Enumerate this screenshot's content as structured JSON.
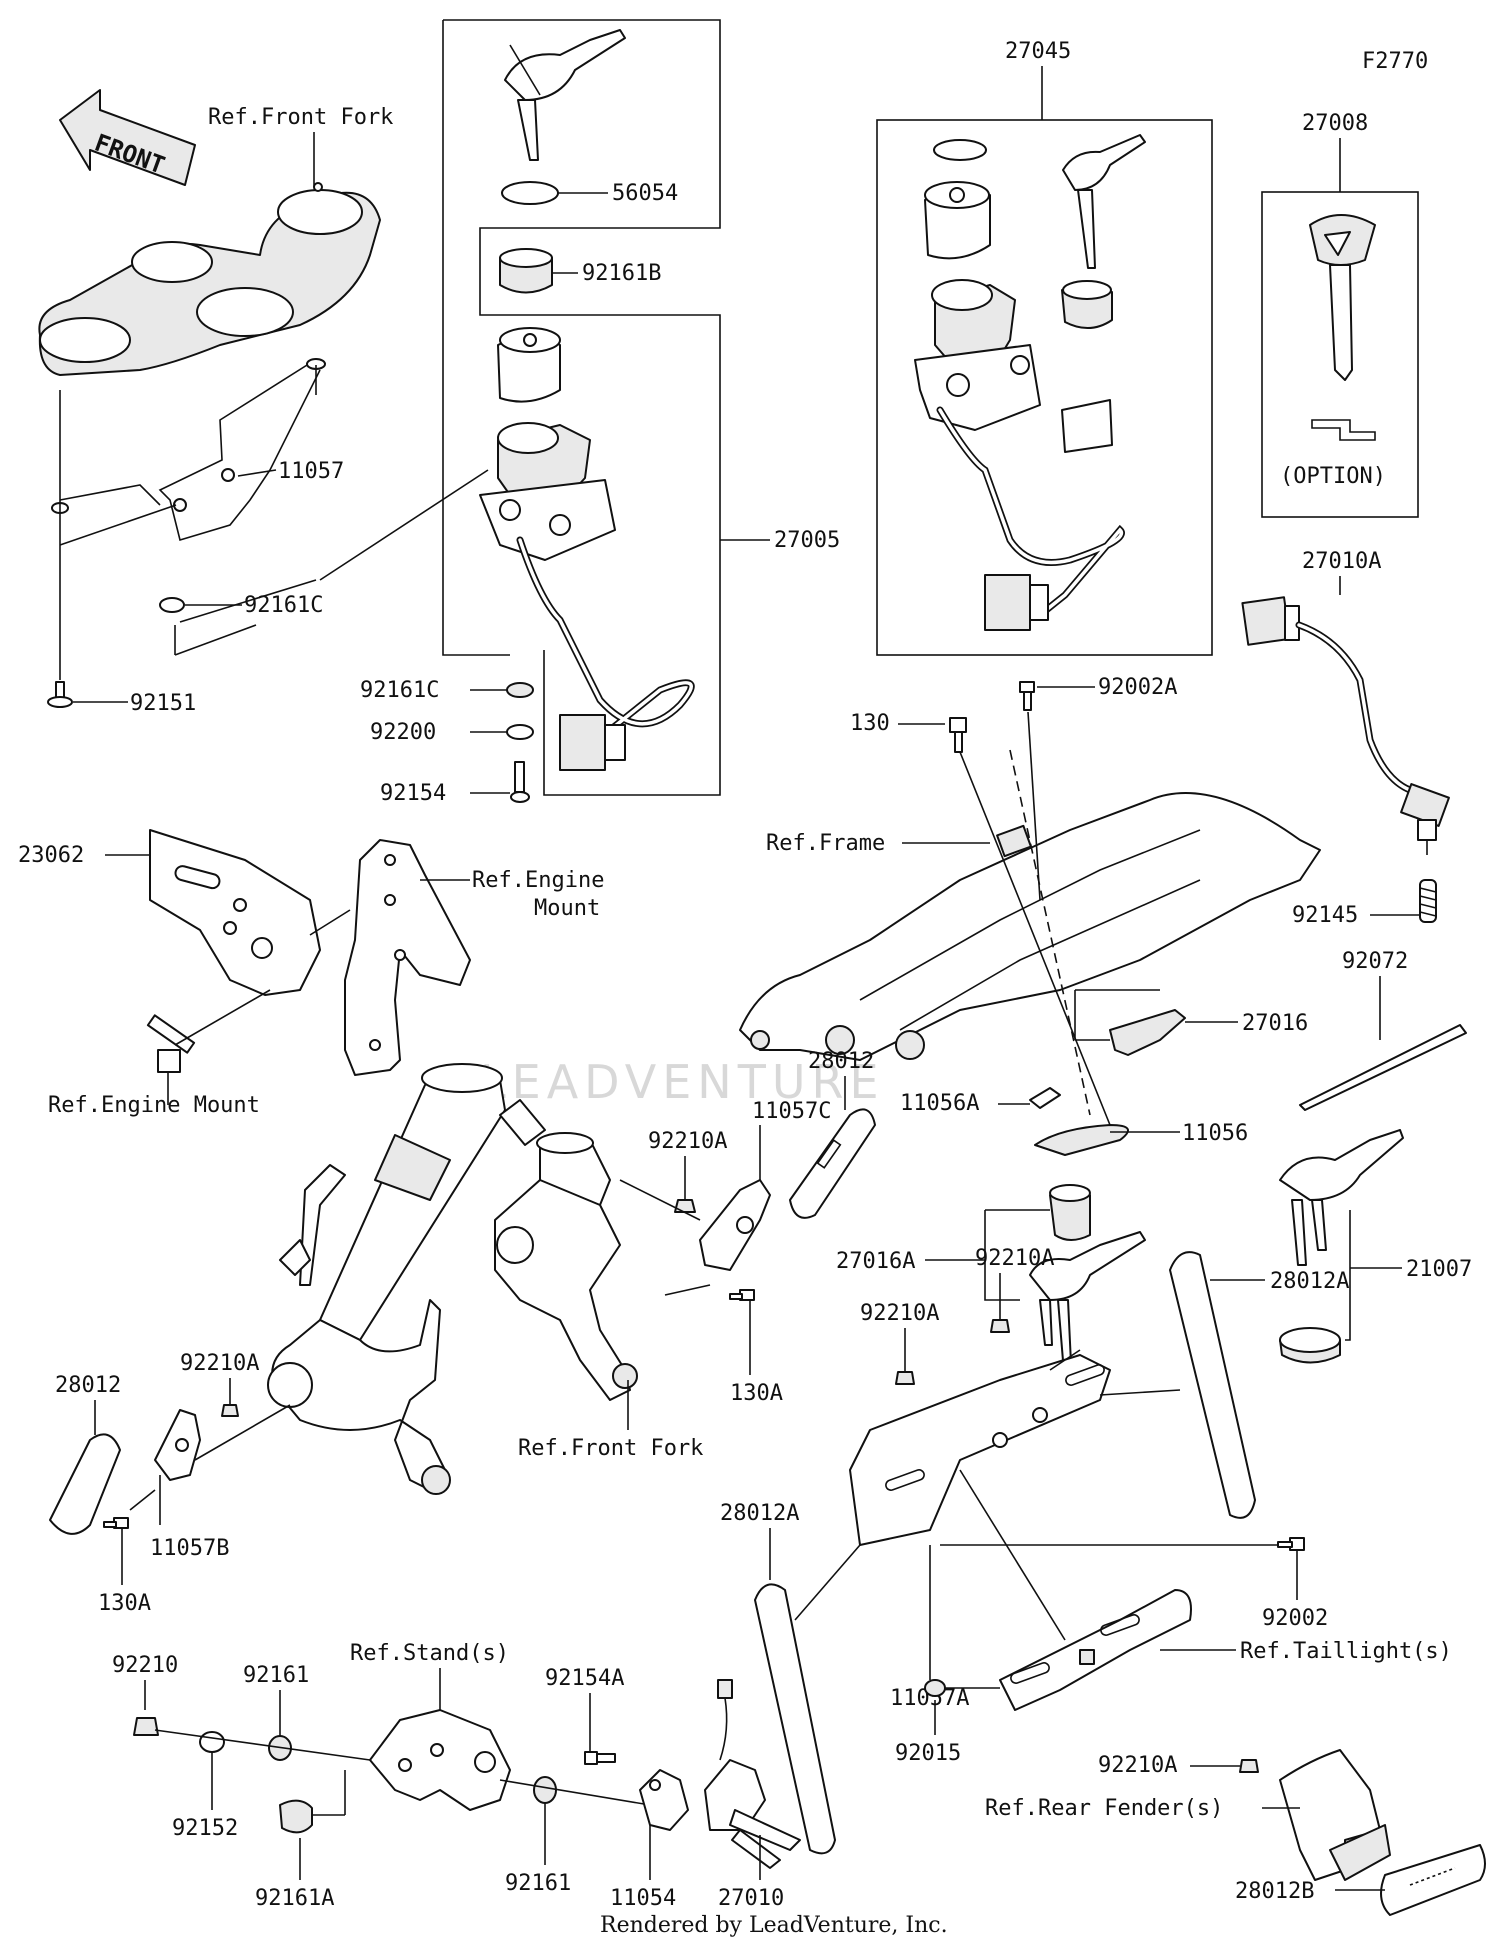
{
  "diagram": {
    "figure_code": "F2770",
    "footer": "Rendered by LeadVenture, Inc.",
    "watermark": "LEADVENTURE",
    "front_arrow": "FRONT",
    "option_label": "(OPTION)"
  },
  "labels": {
    "ref_front_fork_top": "Ref.Front Fork",
    "p56054": "56054",
    "p92161B": "92161B",
    "p11057": "11057",
    "p92161C_a": "92161C",
    "p27005": "27005",
    "p92151": "92151",
    "p92161C_b": "92161C",
    "p92200": "92200",
    "p92154": "92154",
    "p27045": "27045",
    "p27008": "27008",
    "p27010A": "27010A",
    "p130": "130",
    "p92002A": "92002A",
    "ref_frame": "Ref.Frame",
    "p92145": "92145",
    "p92072": "92072",
    "p23062": "23062",
    "ref_engine_mount_1": "Ref.Engine",
    "ref_engine_mount_2": "Mount",
    "ref_engine_mount_bottom": "Ref.Engine Mount",
    "p27016": "27016",
    "p28012_top": "28012",
    "p11057C": "11057C",
    "p92210A_a": "92210A",
    "p11056A": "11056A",
    "p11056": "11056",
    "p27016A": "27016A",
    "p21007": "21007",
    "p130A_a": "130A",
    "p92210A_b": "92210A",
    "p28012_left": "28012",
    "p11057B": "11057B",
    "p130A_b": "130A",
    "ref_front_fork_bottom": "Ref.Front Fork",
    "p92210A_c": "92210A",
    "p28012A_right": "28012A",
    "p92210A_d": "92210A",
    "p28012A_left": "28012A",
    "p92002": "92002",
    "ref_taillight": "Ref.Taillight(s)",
    "p11057A": "11057A",
    "ref_stand": "Ref.Stand(s)",
    "p92210": "92210",
    "p92161_a": "92161",
    "p92154A": "92154A",
    "p92152": "92152",
    "p92161_b": "92161",
    "p92161A": "92161A",
    "p11054": "11054",
    "p27010": "27010",
    "p92015": "92015",
    "p92210A_e": "92210A",
    "ref_rear_fender": "Ref.Rear Fender(s)",
    "p28012B": "28012B"
  }
}
